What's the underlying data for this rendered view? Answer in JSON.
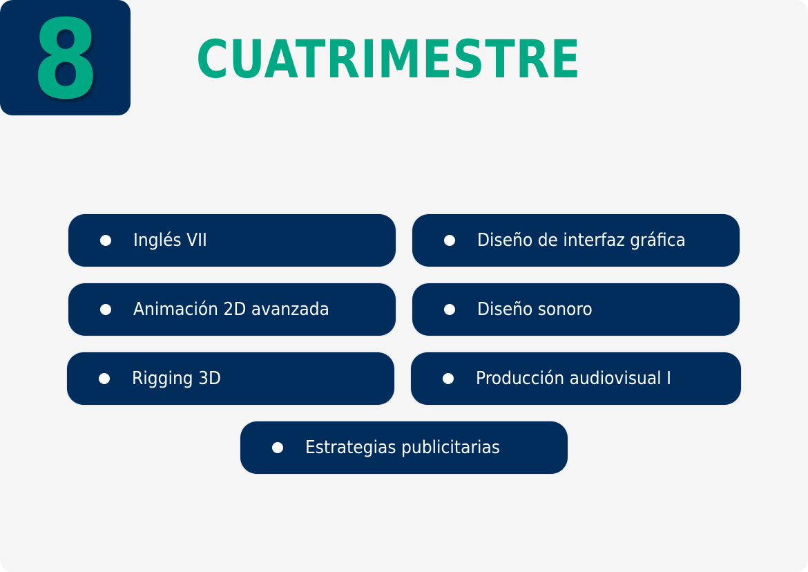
{
  "header": {
    "number": "8",
    "title": "CUATRIMESTRE"
  },
  "colors": {
    "navy": "#002d5c",
    "green": "#00a884",
    "background": "#f5f5f5",
    "text_on_navy": "#ffffff"
  },
  "subjects": [
    {
      "label": "Inglés VII"
    },
    {
      "label": "Diseño de interfaz gráfica"
    },
    {
      "label": "Animación 2D avanzada"
    },
    {
      "label": "Diseño sonoro"
    },
    {
      "label": "Rigging 3D"
    },
    {
      "label": "Producción audiovisual I"
    },
    {
      "label": "Estrategias publicitarias"
    }
  ]
}
